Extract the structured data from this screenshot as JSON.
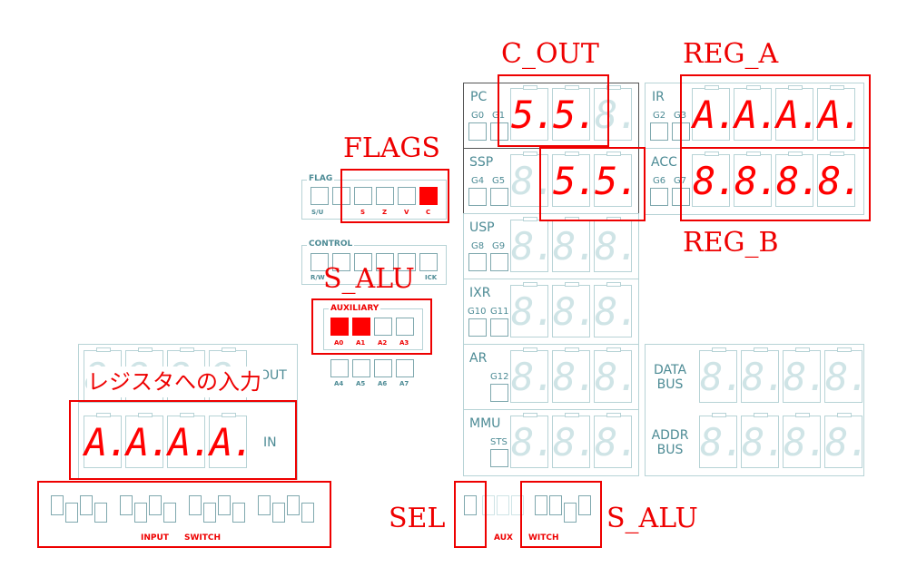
{
  "annotations": {
    "c_out": "C_OUT",
    "reg_a": "REG_A",
    "reg_b": "REG_B",
    "flags": "FLAGS",
    "s_alu_top": "S_ALU",
    "reg_input": "レジスタへの入力",
    "sel": "SEL",
    "s_alu_bottom": "S_ALU"
  },
  "registers": {
    "pc": {
      "label": "PC",
      "groups": [
        "G0",
        "G1"
      ],
      "digits": [
        "5.",
        "5.",
        "8."
      ]
    },
    "ssp": {
      "label": "SSP",
      "groups": [
        "G4",
        "G5"
      ],
      "digits": [
        "8.",
        "5.",
        "5."
      ]
    },
    "usp": {
      "label": "USP",
      "groups": [
        "G8",
        "G9"
      ],
      "digits": [
        "8.",
        "8.",
        "8."
      ]
    },
    "ixr": {
      "label": "IXR",
      "groups": [
        "G10",
        "G11"
      ],
      "digits": [
        "8.",
        "8.",
        "8."
      ]
    },
    "ar": {
      "label": "AR",
      "groups": [
        "G12"
      ],
      "digits": [
        "8.",
        "8.",
        "8."
      ]
    },
    "mmu": {
      "label": "MMU",
      "groups": [
        "STS"
      ],
      "digits": [
        "8.",
        "8.",
        "8."
      ]
    },
    "ir": {
      "label": "IR",
      "groups": [
        "G2",
        "G3"
      ],
      "digits": [
        "A.",
        "A.",
        "A.",
        "A."
      ]
    },
    "acc": {
      "label": "ACC",
      "groups": [
        "G6",
        "G7"
      ],
      "digits": [
        "8.",
        "8.",
        "8.",
        "8."
      ]
    },
    "data_bus": {
      "label_line1": "DATA",
      "label_line2": "BUS",
      "digits": [
        "8.",
        "8.",
        "8.",
        "8."
      ]
    },
    "addr_bus": {
      "label_line1": "ADDR",
      "label_line2": "BUS",
      "digits": [
        "8.",
        "8.",
        "8.",
        "8."
      ]
    }
  },
  "flag_panel": {
    "title": "FLAG",
    "labels": [
      "S/U",
      "",
      "S",
      "Z",
      "V",
      "C"
    ],
    "states": [
      false,
      false,
      false,
      false,
      false,
      true
    ]
  },
  "control_panel": {
    "title": "CONTROL",
    "labels": [
      "R/W",
      "",
      "",
      "",
      "",
      "ICK"
    ]
  },
  "auxiliary_panel": {
    "title": "AUXILIARY",
    "labels_top": [
      "A0",
      "A1",
      "A2",
      "A3"
    ],
    "states_top": [
      true,
      true,
      false,
      false
    ],
    "labels_bottom": [
      "A4",
      "A5",
      "A6",
      "A7"
    ]
  },
  "io": {
    "out_label": "OUT",
    "in_label": "IN",
    "in_digits": [
      "A.",
      "A.",
      "A.",
      "A."
    ],
    "out_digits": [
      "8.",
      "8.",
      "8.",
      "8."
    ]
  },
  "switches": {
    "input_label1": "INPUT",
    "input_label2": "SWITCH",
    "aux_label1": "AUX",
    "aux_label2": "WITCH"
  },
  "colors": {
    "annotation_red": "#ee0000",
    "led_on": "#ff0000",
    "panel_teal": "#4d8b95"
  }
}
